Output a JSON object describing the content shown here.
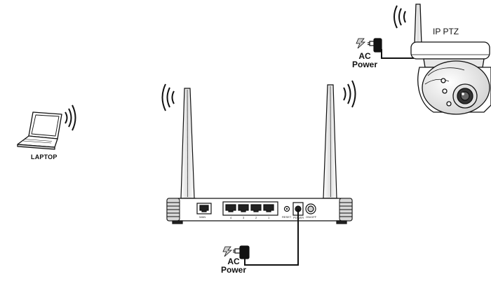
{
  "labels": {
    "laptop": "LAPTOP",
    "ip_ptz": "IP PTZ",
    "ac_power_camera": {
      "line1": "AC",
      "line2": "Power"
    },
    "ac_power_router": {
      "line1": "AC",
      "line2": "Power"
    }
  },
  "router_port_labels": {
    "wan": "WAN",
    "lan4": "4",
    "lan3": "3",
    "lan2": "2",
    "lan1": "1",
    "reset": "RESET",
    "power_jack": "POWER",
    "on_off": "ON/OFF"
  },
  "colors": {
    "line": "#111111",
    "fill": "#ffffff",
    "shade": "#d9d9d9",
    "dark": "#222222"
  },
  "icons": [
    "wifi-waves-icon",
    "laptop-icon",
    "router-icon",
    "antenna-icon",
    "ptz-camera-icon",
    "power-adapter-icon",
    "lightning-icon",
    "power-cable-icon"
  ]
}
